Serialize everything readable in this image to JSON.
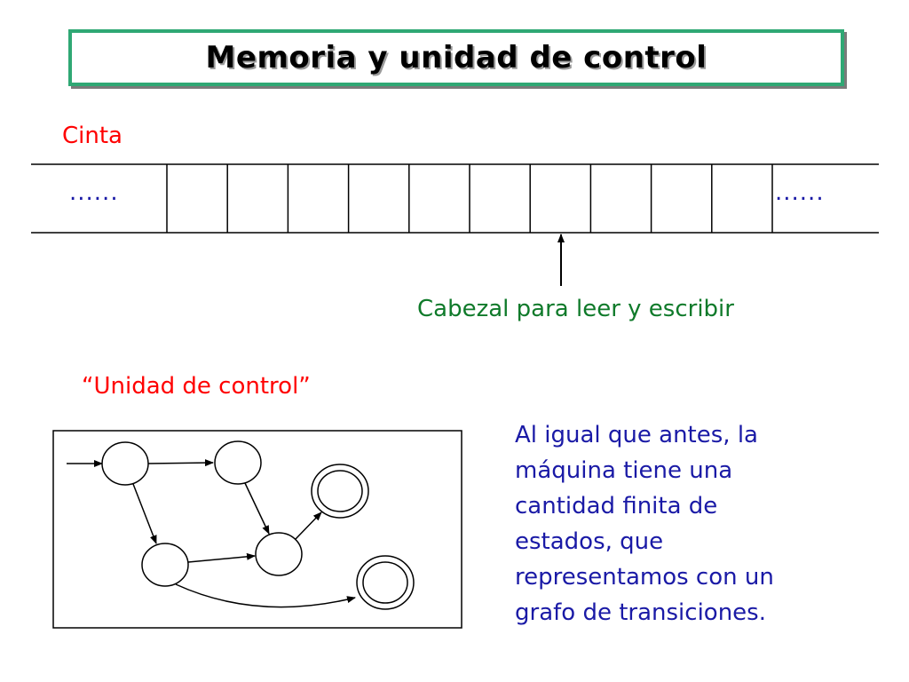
{
  "title": "Memoria y unidad de control",
  "tape": {
    "label": "Cinta",
    "left_ellipsis": "......",
    "right_ellipsis": "......"
  },
  "head": {
    "label": "Cabezal para leer y escribir"
  },
  "control_unit": {
    "label": "“Unidad de control”"
  },
  "description": {
    "lines": [
      "Al igual que antes, la",
      "máquina tiene una",
      "cantidad finita de",
      "estados, que",
      "representamos con un",
      "grafo de transiciones."
    ]
  },
  "colors": {
    "title_border": "#2fa874",
    "red_text": "#ff0000",
    "blue_text": "#1a1aa6",
    "green_text": "#0f7a2a"
  }
}
